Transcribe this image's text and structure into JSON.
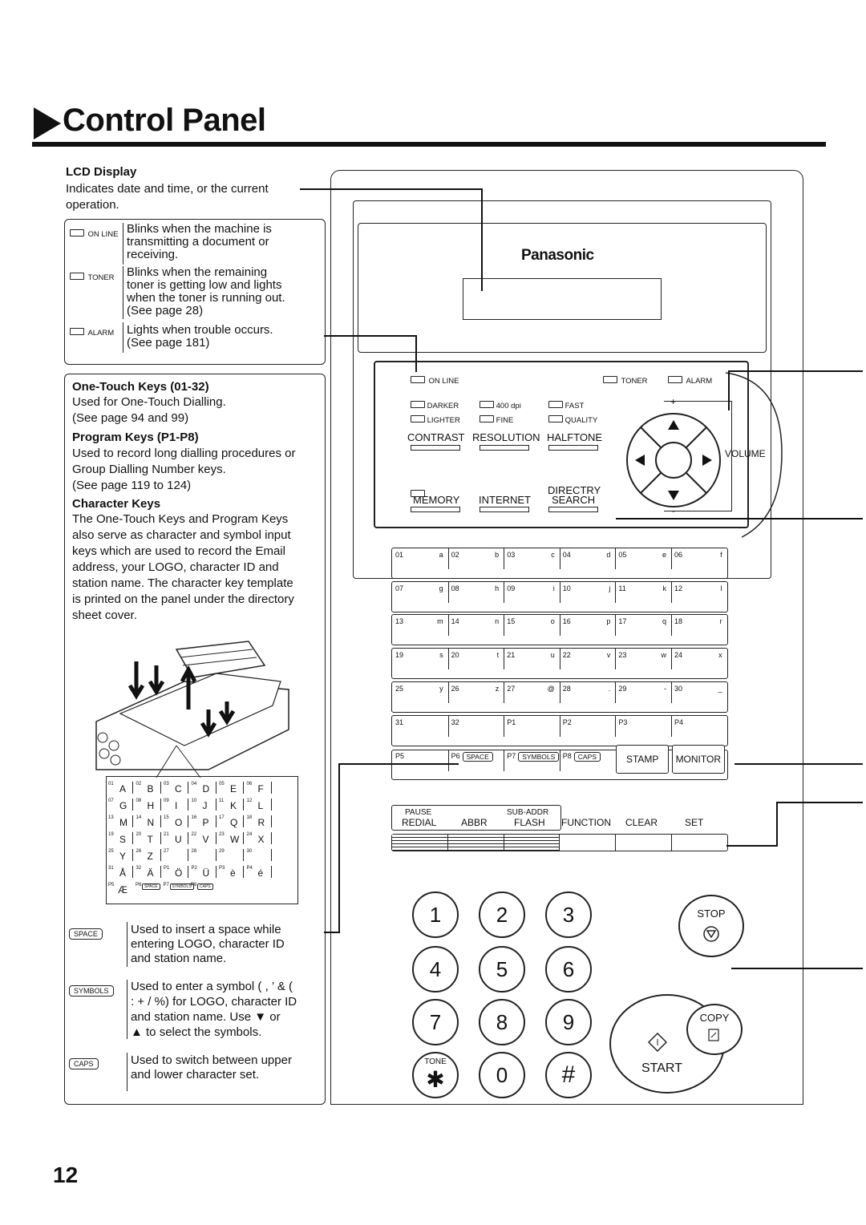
{
  "page": {
    "title": "Control Panel",
    "number": "12"
  },
  "lcd": {
    "heading": "LCD Display",
    "desc1": "Indicates date and time, or the current",
    "desc2": "operation."
  },
  "indicators": [
    {
      "label": "ON LINE",
      "desc": [
        "Blinks when the machine is",
        "transmitting a document or",
        "receiving."
      ]
    },
    {
      "label": "TONER",
      "desc": [
        "Blinks when the remaining",
        "toner is getting low and lights",
        "when the toner is running out.",
        "(See page 28)"
      ]
    },
    {
      "label": "ALARM",
      "desc": [
        "Lights when trouble occurs.",
        "(See page 181)"
      ]
    }
  ],
  "onetouch": {
    "heading": "One-Touch Keys (01-32)",
    "line1": "Used for One-Touch Dialling.",
    "line2": "(See page 94 and 99)"
  },
  "program": {
    "heading": "Program Keys (P1-P8)",
    "line1": "Used to record long dialling procedures or",
    "line2": "Group Dialling Number keys.",
    "line3": "(See page 119 to 124)"
  },
  "character": {
    "heading": "Character Keys",
    "lines": [
      "The One-Touch Keys and Program Keys",
      "also serve as character and symbol input",
      "keys which are used to record the Email",
      "address, your LOGO, character ID and",
      "station name. The character key template",
      "is printed on the panel under the directory",
      "sheet cover."
    ]
  },
  "special": [
    {
      "key": "SPACE",
      "lines": [
        "Used to insert a space while",
        "entering LOGO, character ID",
        "and station name."
      ]
    },
    {
      "key": "SYMBOLS",
      "lines": [
        "Used to enter a symbol ( , ’ & (",
        "  : + / %) for LOGO, character ID",
        "and station name. Use ▼ or",
        "▲ to select the symbols."
      ]
    },
    {
      "key": "CAPS",
      "lines": [
        "Used to switch between upper",
        "and lower character set."
      ]
    }
  ],
  "template": {
    "rows": [
      [
        [
          "01",
          "A"
        ],
        [
          "02",
          "B"
        ],
        [
          "03",
          "C"
        ],
        [
          "04",
          "D"
        ],
        [
          "05",
          "E"
        ],
        [
          "06",
          "F"
        ]
      ],
      [
        [
          "07",
          "G"
        ],
        [
          "08",
          "H"
        ],
        [
          "09",
          "I"
        ],
        [
          "10",
          "J"
        ],
        [
          "11",
          "K"
        ],
        [
          "12",
          "L"
        ]
      ],
      [
        [
          "13",
          "M"
        ],
        [
          "14",
          "N"
        ],
        [
          "15",
          "O"
        ],
        [
          "16",
          "P"
        ],
        [
          "17",
          "Q"
        ],
        [
          "18",
          "R"
        ]
      ],
      [
        [
          "19",
          "S"
        ],
        [
          "20",
          "T"
        ],
        [
          "21",
          "U"
        ],
        [
          "22",
          "V"
        ],
        [
          "23",
          "W"
        ],
        [
          "24",
          "X"
        ]
      ],
      [
        [
          "25",
          "Y"
        ],
        [
          "26",
          "Z"
        ],
        [
          "27",
          ""
        ],
        [
          "28",
          ""
        ],
        [
          "29",
          ""
        ],
        [
          "30",
          ""
        ]
      ],
      [
        [
          "31",
          "Å"
        ],
        [
          "32",
          "Ä"
        ],
        [
          "P1",
          "Ö"
        ],
        [
          "P2",
          "Ü"
        ],
        [
          "P3",
          "è"
        ],
        [
          "P4",
          "é"
        ]
      ]
    ],
    "last": {
      "num": "P5",
      "char": "Æ",
      "keys": [
        "SPACE",
        "SYMBOLS",
        "CAPS"
      ],
      "nums": [
        "P6",
        "P7",
        "P8"
      ]
    }
  },
  "panel": {
    "brand": "Panasonic",
    "status": {
      "online": "ON LINE",
      "toner": "TONER",
      "alarm": "ALARM"
    },
    "settings": [
      {
        "top": "DARKER",
        "bottom": "LIGHTER",
        "label": "CONTRAST"
      },
      {
        "top": "400 dpi",
        "bottom": "FINE",
        "label": "RESOLUTION"
      },
      {
        "top": "FAST",
        "bottom": "QUALITY",
        "label": "HALFTONE"
      }
    ],
    "memory": "MEMORY",
    "internet": "INTERNET",
    "directory1": "DIRECTRY",
    "directory2": "SEARCH",
    "volume": "VOLUME",
    "plus": "+",
    "minus": "-",
    "onetouch_rows": [
      [
        [
          "01",
          "a"
        ],
        [
          "02",
          "b"
        ],
        [
          "03",
          "c"
        ],
        [
          "04",
          "d"
        ],
        [
          "05",
          "e"
        ],
        [
          "06",
          "f"
        ]
      ],
      [
        [
          "07",
          "g"
        ],
        [
          "08",
          "h"
        ],
        [
          "09",
          "i"
        ],
        [
          "10",
          "j"
        ],
        [
          "11",
          "k"
        ],
        [
          "12",
          "l"
        ]
      ],
      [
        [
          "13",
          "m"
        ],
        [
          "14",
          "n"
        ],
        [
          "15",
          "o"
        ],
        [
          "16",
          "p"
        ],
        [
          "17",
          "q"
        ],
        [
          "18",
          "r"
        ]
      ],
      [
        [
          "19",
          "s"
        ],
        [
          "20",
          "t"
        ],
        [
          "21",
          "u"
        ],
        [
          "22",
          "v"
        ],
        [
          "23",
          "w"
        ],
        [
          "24",
          "x"
        ]
      ],
      [
        [
          "25",
          "y"
        ],
        [
          "26",
          "z"
        ],
        [
          "27",
          "@"
        ],
        [
          "28",
          "."
        ],
        [
          "29",
          "-"
        ],
        [
          "30",
          "_"
        ]
      ],
      [
        [
          "31",
          ""
        ],
        [
          "32",
          ""
        ],
        [
          "P1",
          ""
        ],
        [
          "P2",
          ""
        ],
        [
          "P3",
          ""
        ],
        [
          "P4",
          ""
        ]
      ]
    ],
    "prog_row": {
      "p5": "P5",
      "p6": "P6",
      "p7": "P7",
      "p8": "P8",
      "space": "SPACE",
      "symbols": "SYMBOLS",
      "caps": "CAPS",
      "stamp": "STAMP",
      "monitor": "MONITOR"
    },
    "func": {
      "pause": "PAUSE",
      "subaddr": "SUB-ADDR",
      "redial": "REDIAL",
      "abbr": "ABBR",
      "flash": "FLASH",
      "function": "FUNCTION",
      "clear": "CLEAR",
      "set": "SET"
    },
    "keypad": [
      "1",
      "2",
      "3",
      "4",
      "5",
      "6",
      "7",
      "8",
      "9",
      "0"
    ],
    "tone": "TONE",
    "stop": "STOP",
    "copy": "COPY",
    "start": "START"
  }
}
